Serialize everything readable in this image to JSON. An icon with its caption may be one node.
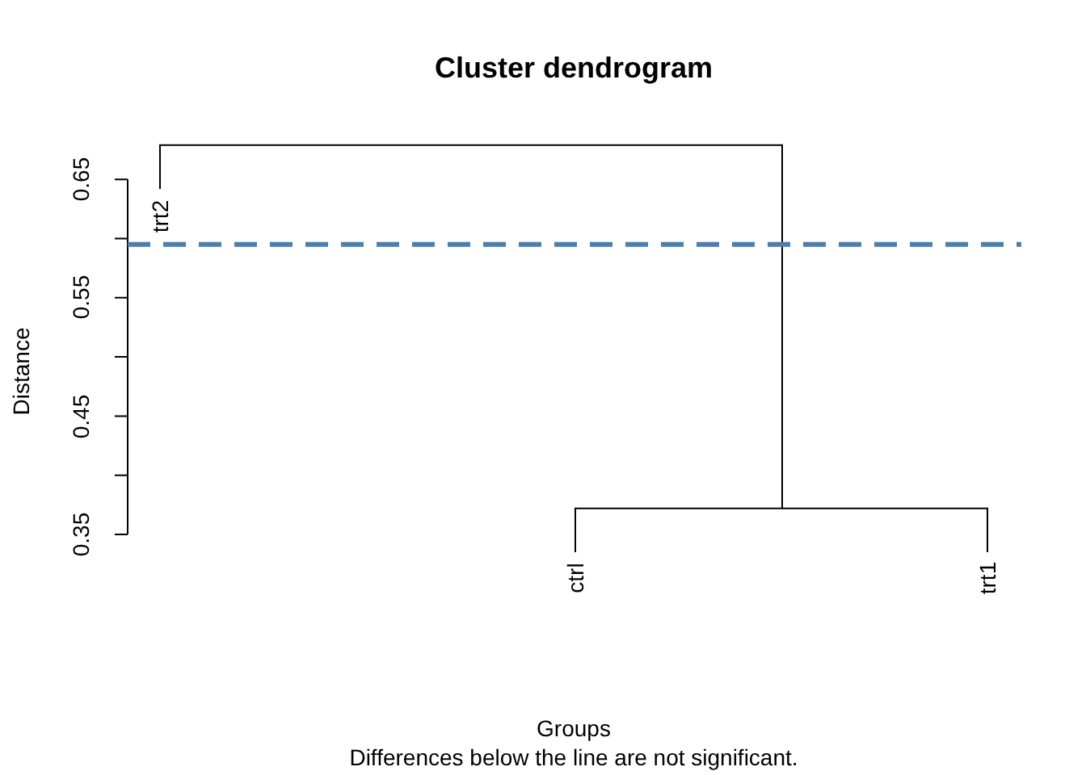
{
  "diagram": {
    "title": "Cluster dendrogram",
    "caption": "Differences below the line are not significant.",
    "labels": [
      "0.65",
      "0.55",
      "0.45",
      "0.35",
      "Distance",
      "trt2",
      "ctrl",
      "trt1",
      "Groups"
    ]
  }
}
